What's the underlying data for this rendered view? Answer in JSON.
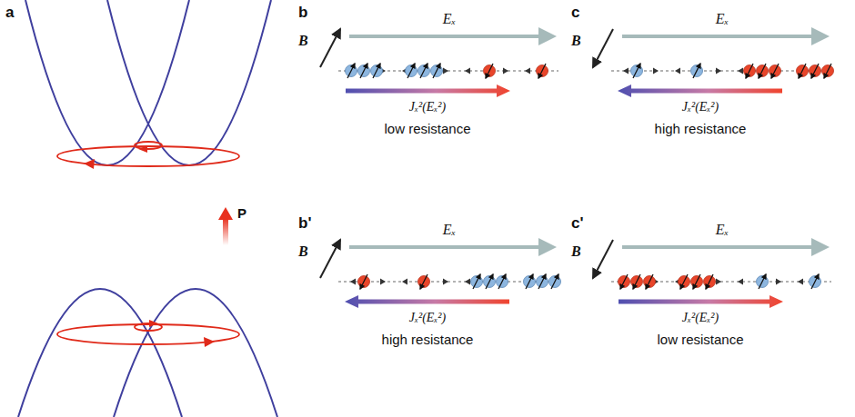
{
  "diagram": {
    "labels": [
      "a",
      "b",
      "c",
      "b'",
      "c'",
      "P",
      "B",
      "Eₓ",
      "Jₓ²(Eₓ²)",
      "low resistance",
      "B",
      "Eₓ",
      "Jₓ²(Eₓ²)",
      "high resistance",
      "B",
      "Eₓ",
      "Jₓ²(Eₓ²)",
      "high resistance",
      "B",
      "Eₓ",
      "Jₓ²(Eₓ²)",
      "low resistance"
    ]
  }
}
